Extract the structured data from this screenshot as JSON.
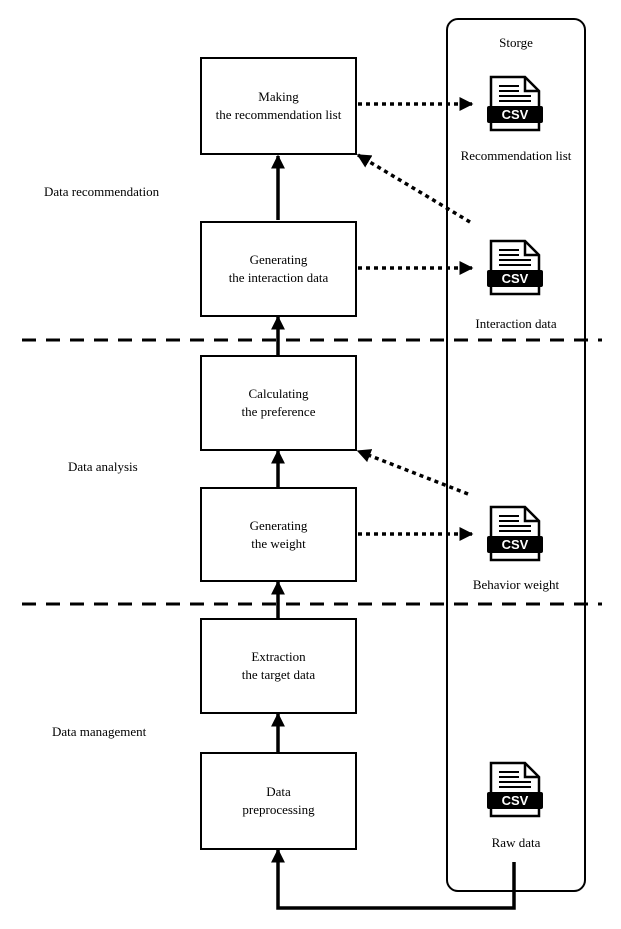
{
  "phases": {
    "recommendation": "Data recommendation",
    "analysis": "Data analysis",
    "management": "Data management"
  },
  "steps": [
    {
      "line1": "Making",
      "line2": "the recommendation list"
    },
    {
      "line1": "Generating",
      "line2": "the interaction data"
    },
    {
      "line1": "Calculating",
      "line2": "the preference"
    },
    {
      "line1": "Generating",
      "line2": "the weight"
    },
    {
      "line1": "Extraction",
      "line2": "the target data"
    },
    {
      "line1": "Data",
      "line2": "preprocessing"
    }
  ],
  "storage": {
    "title": "Storge",
    "files": [
      {
        "icon_text": "CSV",
        "label": "Recommendation list"
      },
      {
        "icon_text": "CSV",
        "label": "Interaction data"
      },
      {
        "icon_text": "CSV",
        "label": "Behavior weight"
      },
      {
        "icon_text": "CSV",
        "label": "Raw data"
      }
    ]
  }
}
